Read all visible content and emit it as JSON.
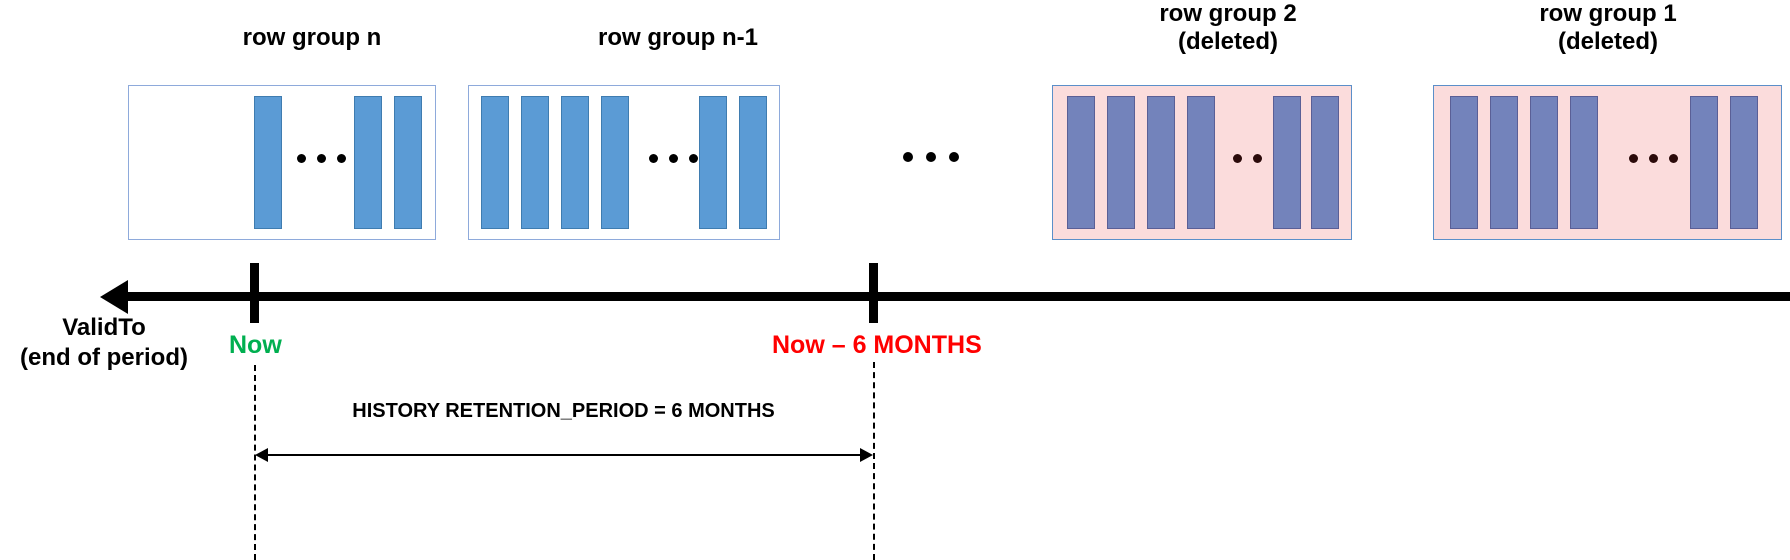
{
  "diagram": {
    "title": "SQL Server temporal table history retention cleanup timeline",
    "colors": {
      "bar_active": "#5b9bd5",
      "bar_deleted": "#7383bb",
      "box_border": "#8eaadb",
      "deleted_background": "#fbdcdc",
      "now_label": "#00af50",
      "retention_label": "#ff0000",
      "axis": "#000000"
    },
    "row_groups": [
      {
        "name": "row-group-n",
        "label": "row group n",
        "deleted": false,
        "bars_before_ellipsis": 1,
        "bars_after_ellipsis": 2,
        "ellipsis": "•••"
      },
      {
        "name": "row-group-n-1",
        "label": "row group n-1",
        "deleted": false,
        "bars_before_ellipsis": 4,
        "bars_after_ellipsis": 2,
        "ellipsis": "•••"
      },
      {
        "name": "row-group-2",
        "label": "row group 2\n(deleted)",
        "deleted": true,
        "bars_before_ellipsis": 4,
        "bars_after_ellipsis": 2,
        "ellipsis": "•••"
      },
      {
        "name": "row-group-1",
        "label": "row group 1\n(deleted)",
        "deleted": true,
        "bars_before_ellipsis": 4,
        "bars_after_ellipsis": 2,
        "ellipsis": "•••"
      }
    ],
    "between_groups_ellipsis": "•••",
    "axis": {
      "caption": "ValidTo\n(end of period)",
      "direction": "decreasing-to-the-left",
      "ticks": [
        {
          "name": "now",
          "label": "Now",
          "color": "#00af50"
        },
        {
          "name": "now-minus-6-months",
          "label": "Now – 6 MONTHS",
          "color": "#ff0000"
        }
      ]
    },
    "retention": {
      "text": "HISTORY RETENTION_PERIOD =  6 MONTHS",
      "setting_name": "HISTORY RETENTION_PERIOD",
      "value": "6 MONTHS"
    }
  }
}
